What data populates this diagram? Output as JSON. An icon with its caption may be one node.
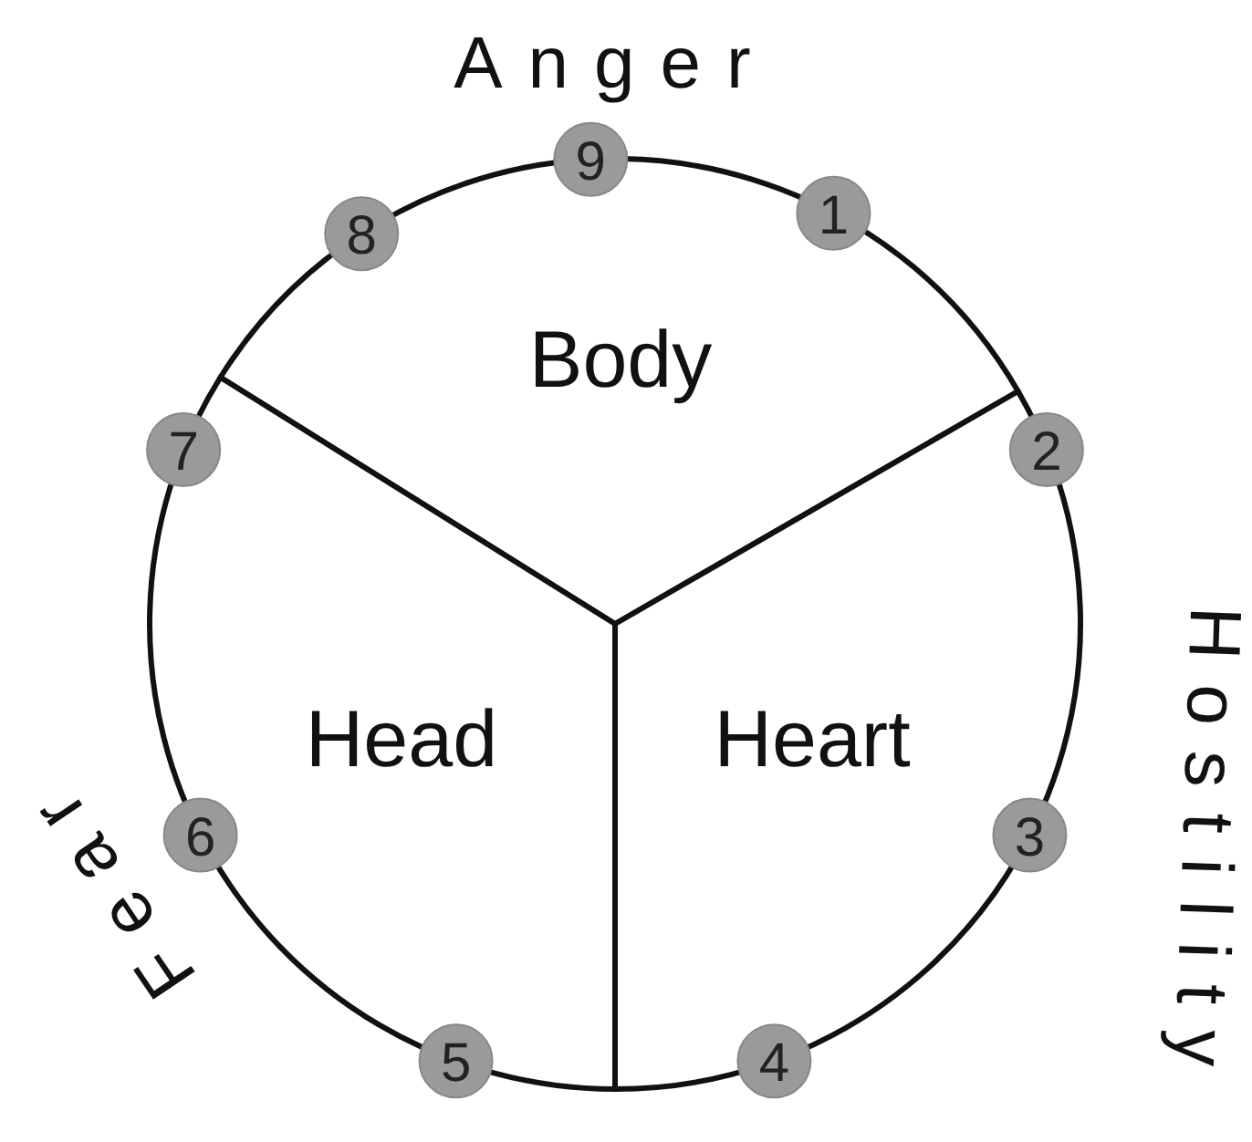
{
  "diagram": {
    "nodes": [
      {
        "text": [
          "Body"
        ]
      },
      {
        "text": [
          "Head"
        ]
      },
      {
        "text": [
          "Heart"
        ]
      },
      {
        "text": [
          "1"
        ]
      },
      {
        "text": [
          "2"
        ]
      },
      {
        "text": [
          "3"
        ]
      },
      {
        "text": [
          "4"
        ]
      },
      {
        "text": [
          "5"
        ]
      },
      {
        "text": [
          "6"
        ]
      },
      {
        "text": [
          "7"
        ]
      },
      {
        "text": [
          "8"
        ]
      },
      {
        "text": [
          "9"
        ]
      }
    ],
    "labels": [
      "Anger",
      "Hostility",
      "Fear"
    ]
  }
}
